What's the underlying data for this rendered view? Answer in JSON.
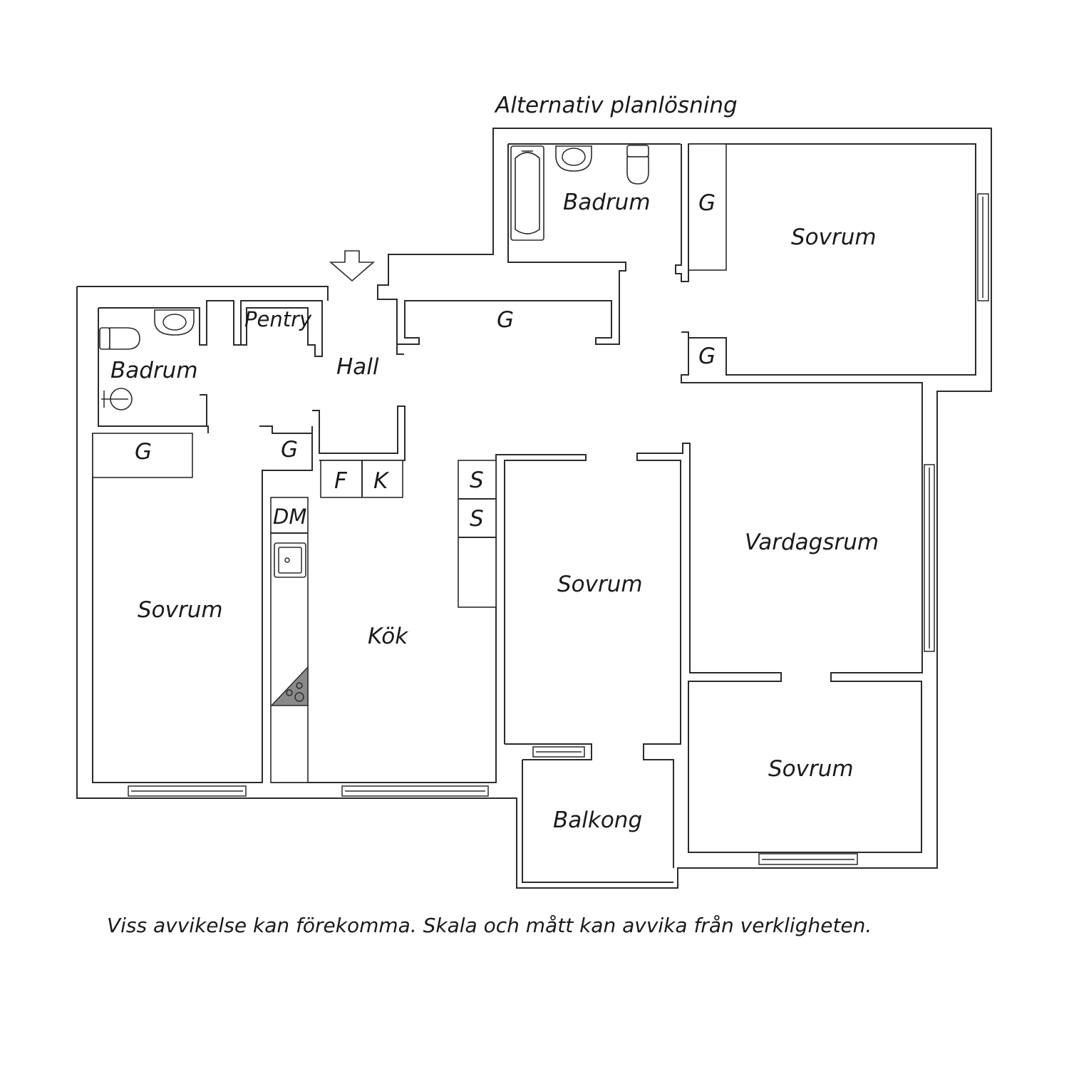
{
  "title": "Alternativ planlösning",
  "disclaimer": "Viss avvikelse kan förekomma. Skala och mått kan avvika från verkligheten.",
  "rooms": {
    "bath_top": "Badrum",
    "bedroom_top_right": "Sovrum",
    "closet_top_a": "G",
    "closet_top_b": "G",
    "closet_corridor": "G",
    "pentry": "Pentry",
    "hall": "Hall",
    "bath_left": "Badrum",
    "closet_left": "G",
    "closet_mid": "G",
    "fridge": "F",
    "freezer": "K",
    "dishwasher": "DM",
    "cabinet_1": "S",
    "cabinet_2": "S",
    "bedroom_left": "Sovrum",
    "kitchen": "Kök",
    "bedroom_middle": "Sovrum",
    "living_room": "Vardagsrum",
    "balcony": "Balkong",
    "bedroom_bottom_right": "Sovrum"
  },
  "icons": [
    "entrance-arrow-icon",
    "bathtub-icon",
    "sink-icon",
    "toilet-icon",
    "shower-icon",
    "kitchen-sink-icon",
    "stove-icon"
  ]
}
